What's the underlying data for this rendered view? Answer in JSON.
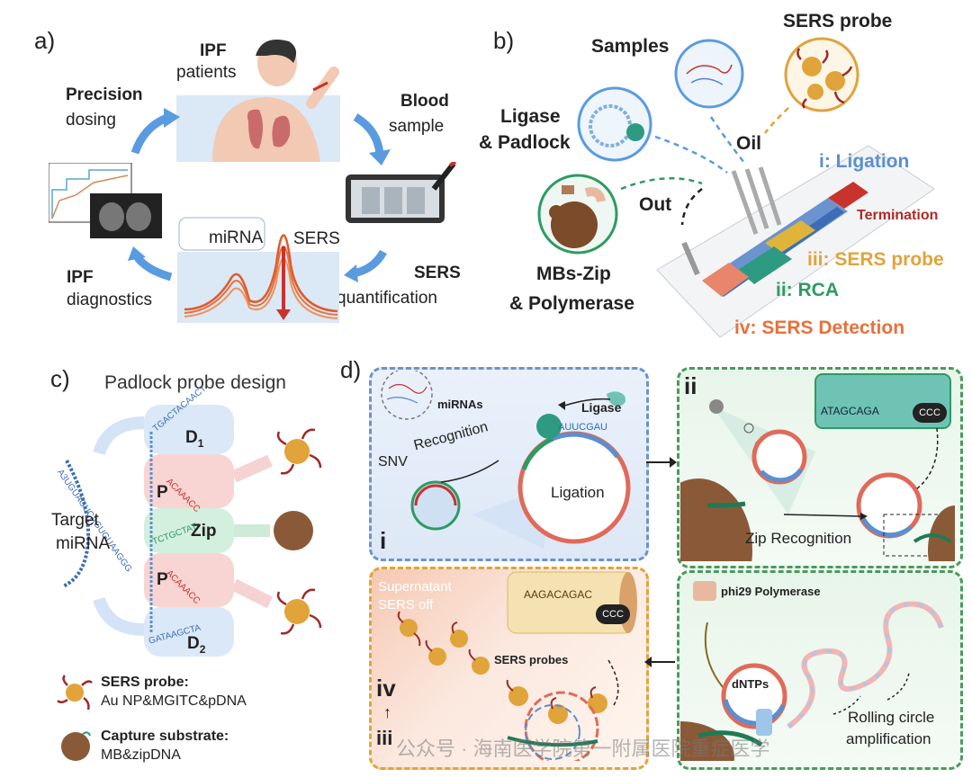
{
  "panels": {
    "a": "a)",
    "b": "b)",
    "c": "c)",
    "d": "d)"
  },
  "panel_a": {
    "patients_bold": "IPF",
    "patients": "patients",
    "blood_bold": "Blood",
    "blood": "sample",
    "sers_bold": "SERS",
    "sers": "quantification",
    "diag_bold": "IPF",
    "diag": "diagnostics",
    "prec_bold": "Precision",
    "prec": "dosing",
    "mirna": "miRNA",
    "sers_label": "SERS"
  },
  "panel_b": {
    "samples": "Samples",
    "sers_probe": "SERS probe",
    "ligase": "Ligase",
    "padlock": "& Padlock",
    "oil": "Oil",
    "out": "Out",
    "mbs_zip": "MBs-Zip",
    "polymerase": "& Polymerase",
    "step_i": "i: Ligation",
    "termination": "Termination",
    "step_iii": "iii: SERS probe",
    "step_ii": "ii: RCA",
    "step_iv": "iv: SERS Detection"
  },
  "panel_c": {
    "title": "Padlock probe design",
    "d1": "D",
    "d1_sub": "1",
    "d2": "D",
    "d2_sub": "2",
    "p1": "P",
    "p2": "P",
    "zip": "Zip",
    "target1": "Target",
    "target2": "miRNA",
    "seq_d1": "TGACTACAACT",
    "seq_p1": "ACAAACC",
    "seq_zip": "TCTGCTAT",
    "seq_p2": "ACAAACC",
    "seq_d2": "GATAAGCTA",
    "seq_target": "A3UGUAGUCAGUGUAAGGG",
    "legend_probe_bold": "SERS probe:",
    "legend_probe": "Au NP&MGITC&pDNA",
    "legend_sub_bold": "Capture substrate:",
    "legend_sub": "MB&zipDNA"
  },
  "panel_d": {
    "mirnas": "miRNAs",
    "ligase": "Ligase",
    "snv": "SNV",
    "recognition": "Recognition",
    "ligation": "Ligation",
    "i": "i",
    "ii": "ii",
    "zip_recog": "Zip Recognition",
    "supernatant": "Supernatant",
    "sers_off": "SERS off",
    "sers_probes": "SERS probes",
    "iv": "iv",
    "iii": "iii",
    "phi29": "phi29 Polymerase",
    "dntps": "dNTPs",
    "rolling": "Rolling circle",
    "amplification": "amplification",
    "ccc": "CCC",
    "seq_top": "AUUCGAU",
    "seq_zip_box": "ATAGCAGA",
    "seq_orange": "AAGACAGAC"
  },
  "watermark": "公众号 · 海南医学院第一附属医院重症医学",
  "colors": {
    "blue": "#5a8fd0",
    "green": "#2e9a62",
    "orange": "#e0a43a",
    "red": "#c8332e",
    "sers_orange": "#e8703a"
  }
}
